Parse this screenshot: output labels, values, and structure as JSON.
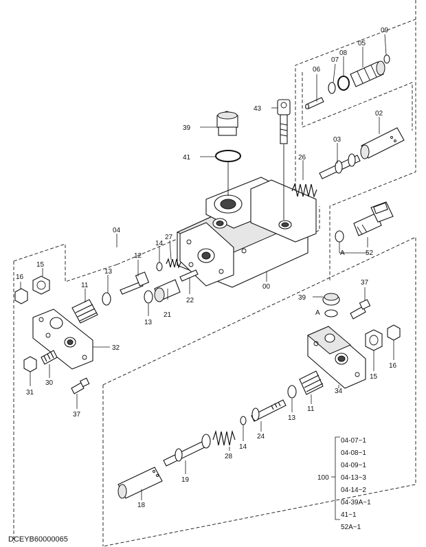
{
  "drawing_code": "DCEYB60000065",
  "callouts": {
    "p00": "00",
    "p02": "02",
    "p03": "03",
    "p04": "04",
    "p05": "05",
    "p06": "06",
    "p07": "07",
    "p08": "08",
    "p09": "09",
    "p11a": "11",
    "p11b": "11",
    "p12": "12",
    "p13a": "13",
    "p13b": "13",
    "p13c": "13",
    "p14a": "14",
    "p14b": "14",
    "p15a": "15",
    "p15b": "15",
    "p16a": "16",
    "p16b": "16",
    "p18": "18",
    "p19": "19",
    "p21": "21",
    "p22": "22",
    "p24": "24",
    "p26": "26",
    "p27": "27",
    "p28": "28",
    "p30": "30",
    "p31": "31",
    "p32": "32",
    "p34": "34",
    "p37a": "37",
    "p37b": "37",
    "p39a": "39",
    "p39b": "39",
    "p41": "41",
    "p43": "43",
    "p52": "52",
    "ref_a1": "A",
    "ref_a2": "A"
  },
  "kit": {
    "label": "100",
    "items": [
      "04-07~1",
      "04-08~1",
      "04-09~1",
      "04-13~3",
      "04-14~2",
      "04-39A~1",
      "41~1",
      "52A~1"
    ]
  }
}
